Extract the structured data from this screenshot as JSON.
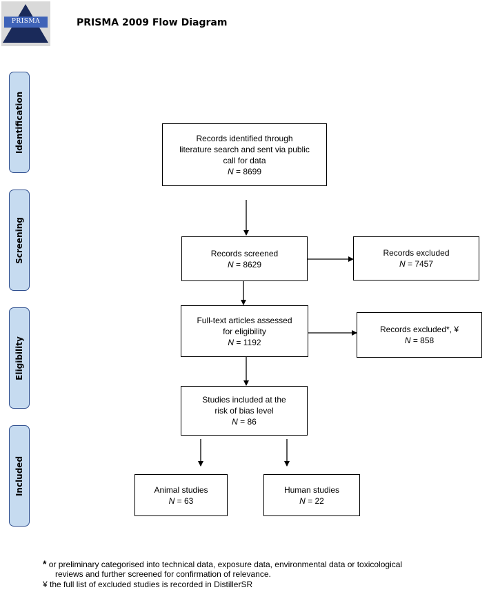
{
  "header": {
    "logo_text": "PRISMA",
    "title": "PRISMA 2009 Flow Diagram"
  },
  "stages": [
    "Identification",
    "Screening",
    "Eligibility",
    "Included"
  ],
  "boxes": {
    "identified": {
      "lines": [
        "Records identified through",
        "literature search and sent via public",
        "call for data"
      ],
      "n_label": "N",
      "n_value": " = 8699"
    },
    "screened": {
      "lines": [
        "Records screened"
      ],
      "n_label": "N",
      "n_value": " = 8629"
    },
    "excluded1": {
      "lines": [
        "Records excluded"
      ],
      "n_label": "N",
      "n_value": " = 7457"
    },
    "fulltext": {
      "lines": [
        "Full-text articles assessed",
        "for eligibility"
      ],
      "n_label": "N",
      "n_value": " = 1192"
    },
    "excluded2": {
      "lines": [
        "Records excluded*, ¥"
      ],
      "n_label": "N",
      "n_value": " = 858"
    },
    "included": {
      "lines": [
        "Studies included at the",
        "risk of bias level"
      ],
      "n_label": "N",
      "n_value": " = 86"
    },
    "animal": {
      "lines": [
        "Animal studies"
      ],
      "n_label": "N",
      "n_value": " = 63"
    },
    "human": {
      "lines": [
        "Human studies"
      ],
      "n_label": "N",
      "n_value": " = 22"
    }
  },
  "footnotes": [
    {
      "mark": "*",
      "text": " or preliminary categorised into technical data, exposure data, environmental data or toxicological"
    },
    {
      "mark": "",
      "text": "reviews and further screened for confirmation of relevance."
    },
    {
      "mark": "¥",
      "text": " the full list of excluded studies is recorded in DistillerSR"
    }
  ]
}
